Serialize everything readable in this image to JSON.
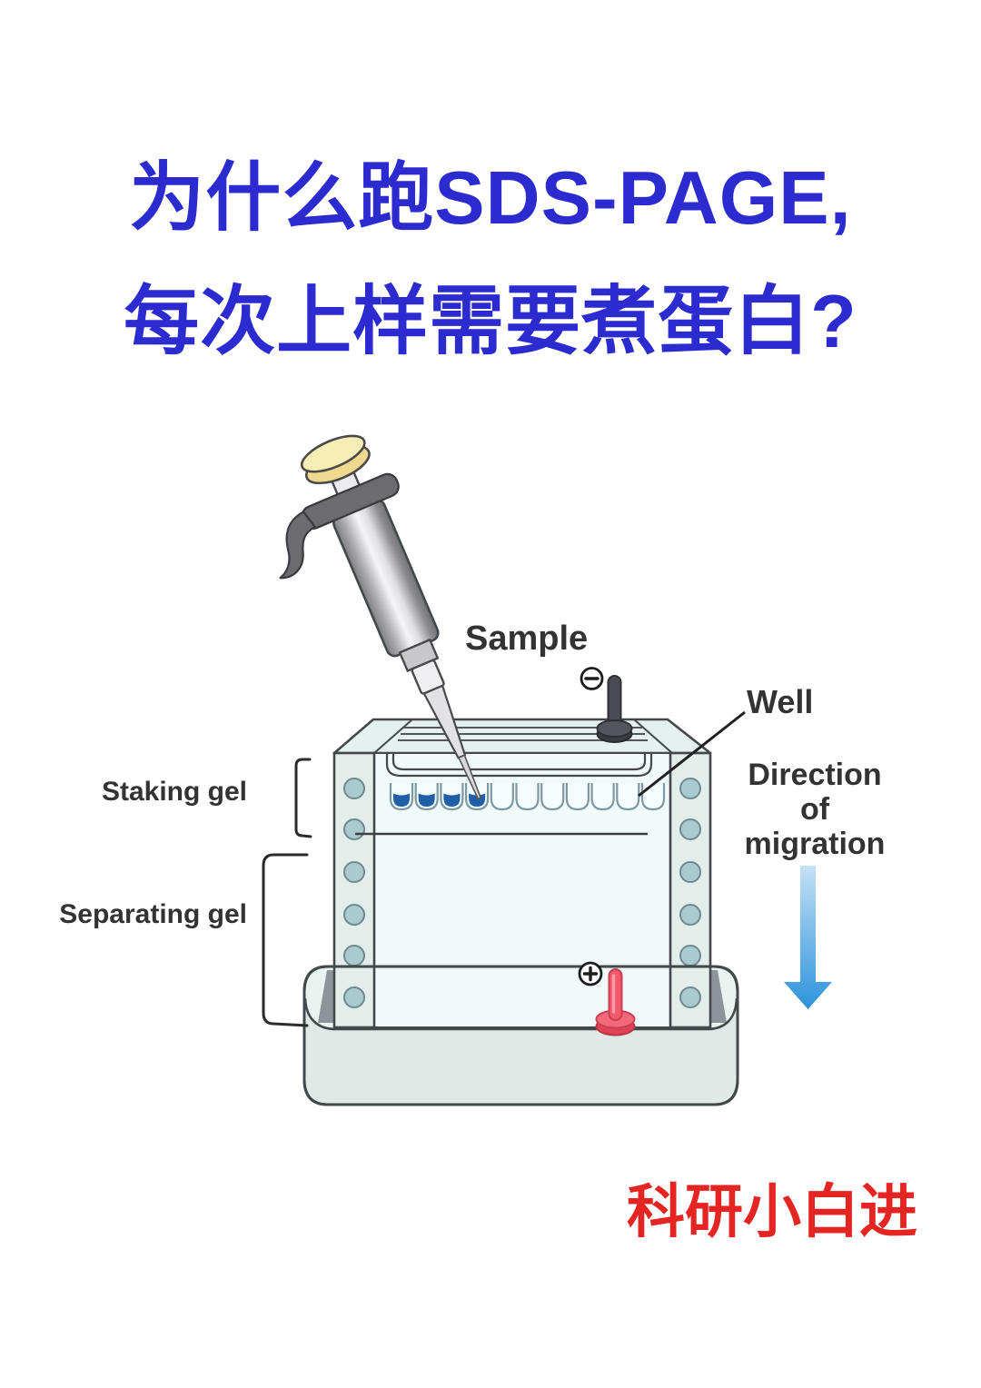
{
  "page": {
    "background": "#ffffff",
    "kind": "science-poster"
  },
  "title": {
    "line1": "为什么跑SDS-PAGE,",
    "line2": "每次上样需要煮蛋白?",
    "color": "#2b2bd0"
  },
  "diagram": {
    "labels": {
      "sample": "Sample",
      "well": "Well",
      "stacking_gel": "Staking gel",
      "separating_gel": "Separating gel",
      "direction_of_migration": [
        "Direction",
        "of",
        "migration"
      ]
    },
    "icons": {
      "negative_electrode": "circled-minus",
      "positive_electrode": "circled-plus",
      "migration_arrow": "down-arrow",
      "sample_loader": "pipette"
    },
    "wells": {
      "count": 11,
      "filled_count": 4,
      "sample_color": "#1f5fa8"
    },
    "colors": {
      "apparatus_outline": "#43484a",
      "gel_fill": "#f1fafb",
      "tank_fill": "#e9f3f0",
      "rail_hole": "#a9cace",
      "negative_electrode": "#4a4a52",
      "positive_electrode": "#f25a6c",
      "arrow_top": "#c3e2f5",
      "arrow_bottom": "#2e93db",
      "pipette_button": "#f3e095"
    }
  },
  "footer": {
    "watermark": "科研小白进",
    "color": "#e52521"
  }
}
